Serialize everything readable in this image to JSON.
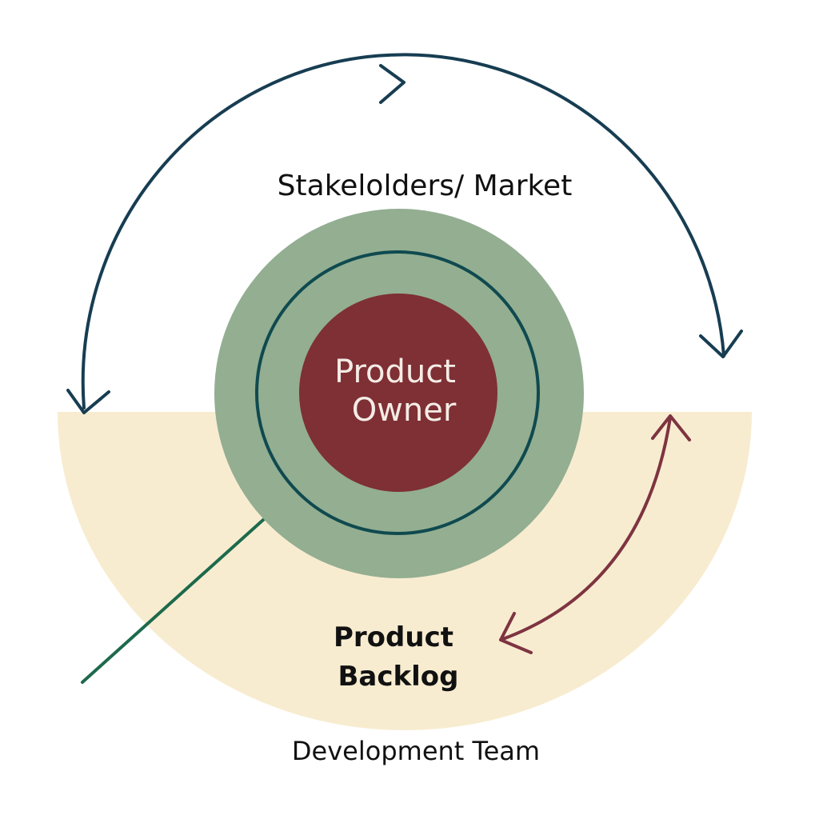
{
  "labels": {
    "stakeholders": "Stakelolders/ Market",
    "product_owner_line1": "Product",
    "product_owner_line2": "Owner",
    "backlog_line1": "Product",
    "backlog_line2": "Backlog",
    "development_team": "Development Team"
  },
  "colors": {
    "background": "#ffffff",
    "backlog_area": "#f8ecd0",
    "outer_ring": "#93ae91",
    "inner_ring_stroke": "#0f4a4f",
    "owner_core": "#7e3034",
    "stakeholder_arc": "#173d52",
    "feedback_arrow": "#7e3440",
    "connector_line": "#1d6a4c"
  }
}
